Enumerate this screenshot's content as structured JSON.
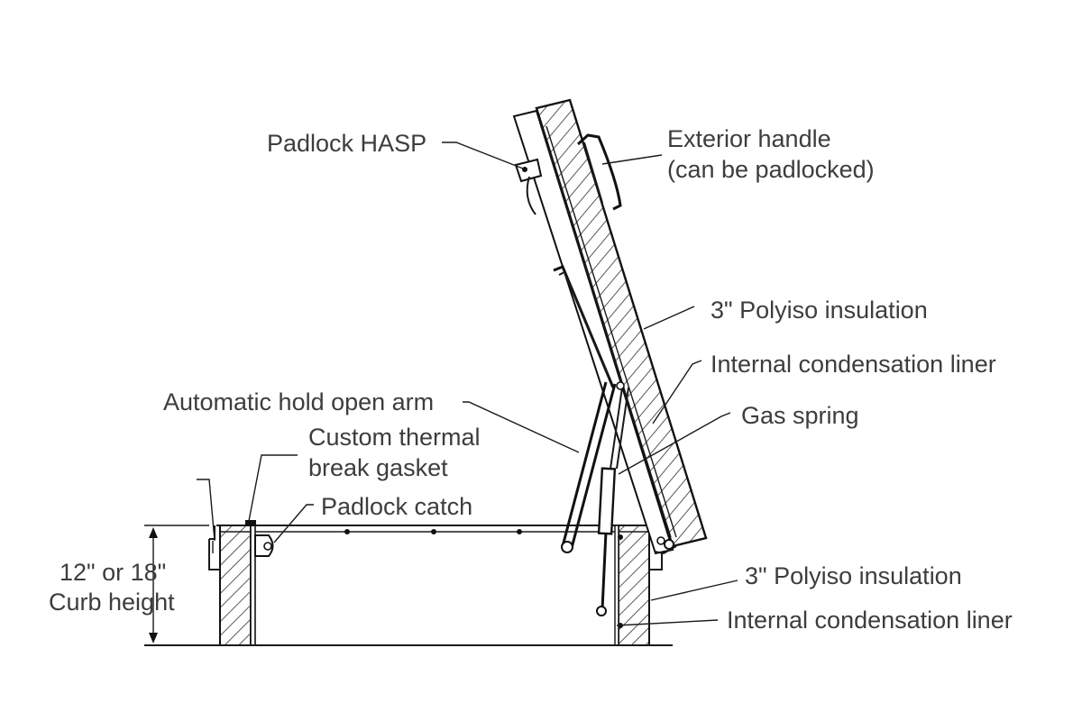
{
  "labels": {
    "padlock_hasp": "Padlock HASP",
    "exterior_handle_line1": "Exterior handle",
    "exterior_handle_line2": "(can be padlocked)",
    "polyiso_lid": "3\" Polyiso insulation",
    "liner_lid": "Internal condensation liner",
    "gas_spring": "Gas spring",
    "hold_open_arm": "Automatic hold open arm",
    "thermal_gasket_line1": "Custom thermal",
    "thermal_gasket_line2": "break gasket",
    "padlock_catch": "Padlock catch",
    "curb_height_line1": "12\" or 18\"",
    "curb_height_line2": "Curb height",
    "polyiso_curb": "3\" Polyiso insulation",
    "liner_curb": "Internal condensation liner"
  }
}
